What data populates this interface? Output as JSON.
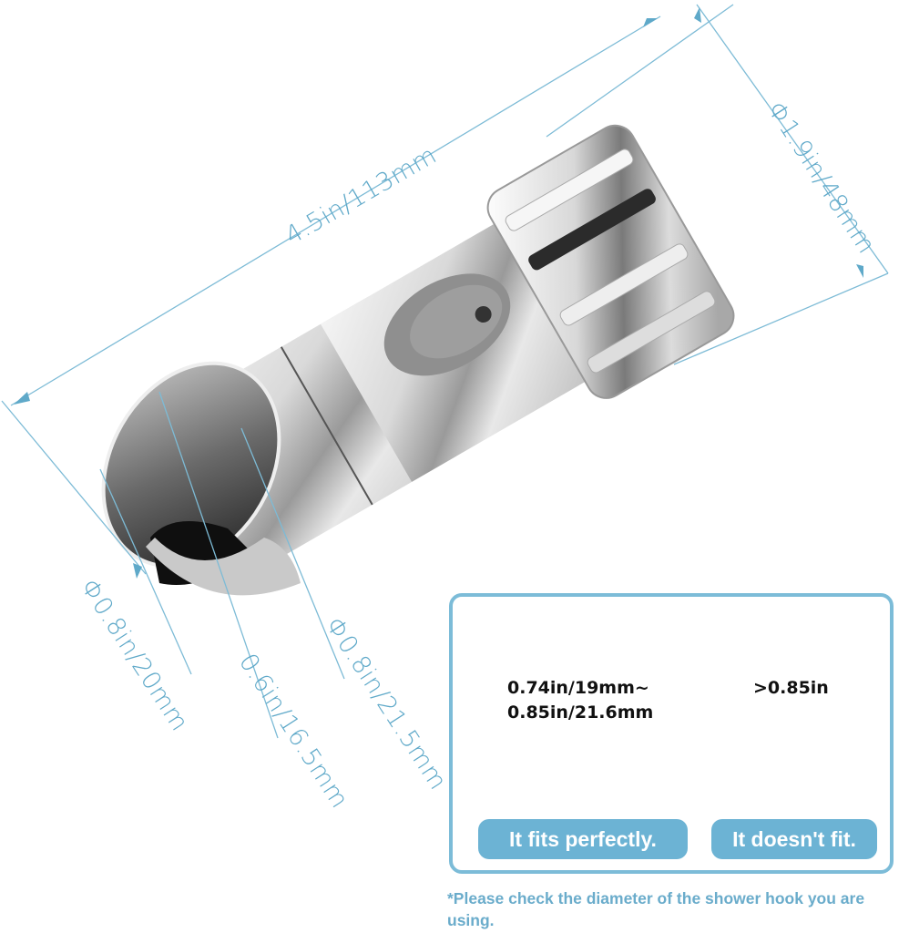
{
  "product": {
    "name": "shower-slide-bar-holder",
    "finish": "polished chrome"
  },
  "dimensions": {
    "length": "4.5in/113mm",
    "knob_diameter": "Φ1.9in/48mm",
    "hook_opening_diameter": "Φ0.8in/20mm",
    "slot_width": "0.6in/16.5mm",
    "inner_diameter": "Φ0.8in/21.5mm"
  },
  "fit_guide": {
    "fits": {
      "range_line1": "0.74in/19mm~",
      "range_line2": "0.85in/21.6mm",
      "label": "It fits perfectly.",
      "mark": "check-icon"
    },
    "not_fit": {
      "range": ">0.85in",
      "label": "It doesn't fit.",
      "mark": "cross-icon"
    }
  },
  "note": "*Please check the diameter of the shower hook you are using.",
  "colors": {
    "accent": "#6cb3d4",
    "dimension_line": "#7dbbd6",
    "note_text": "#6aaccb"
  }
}
